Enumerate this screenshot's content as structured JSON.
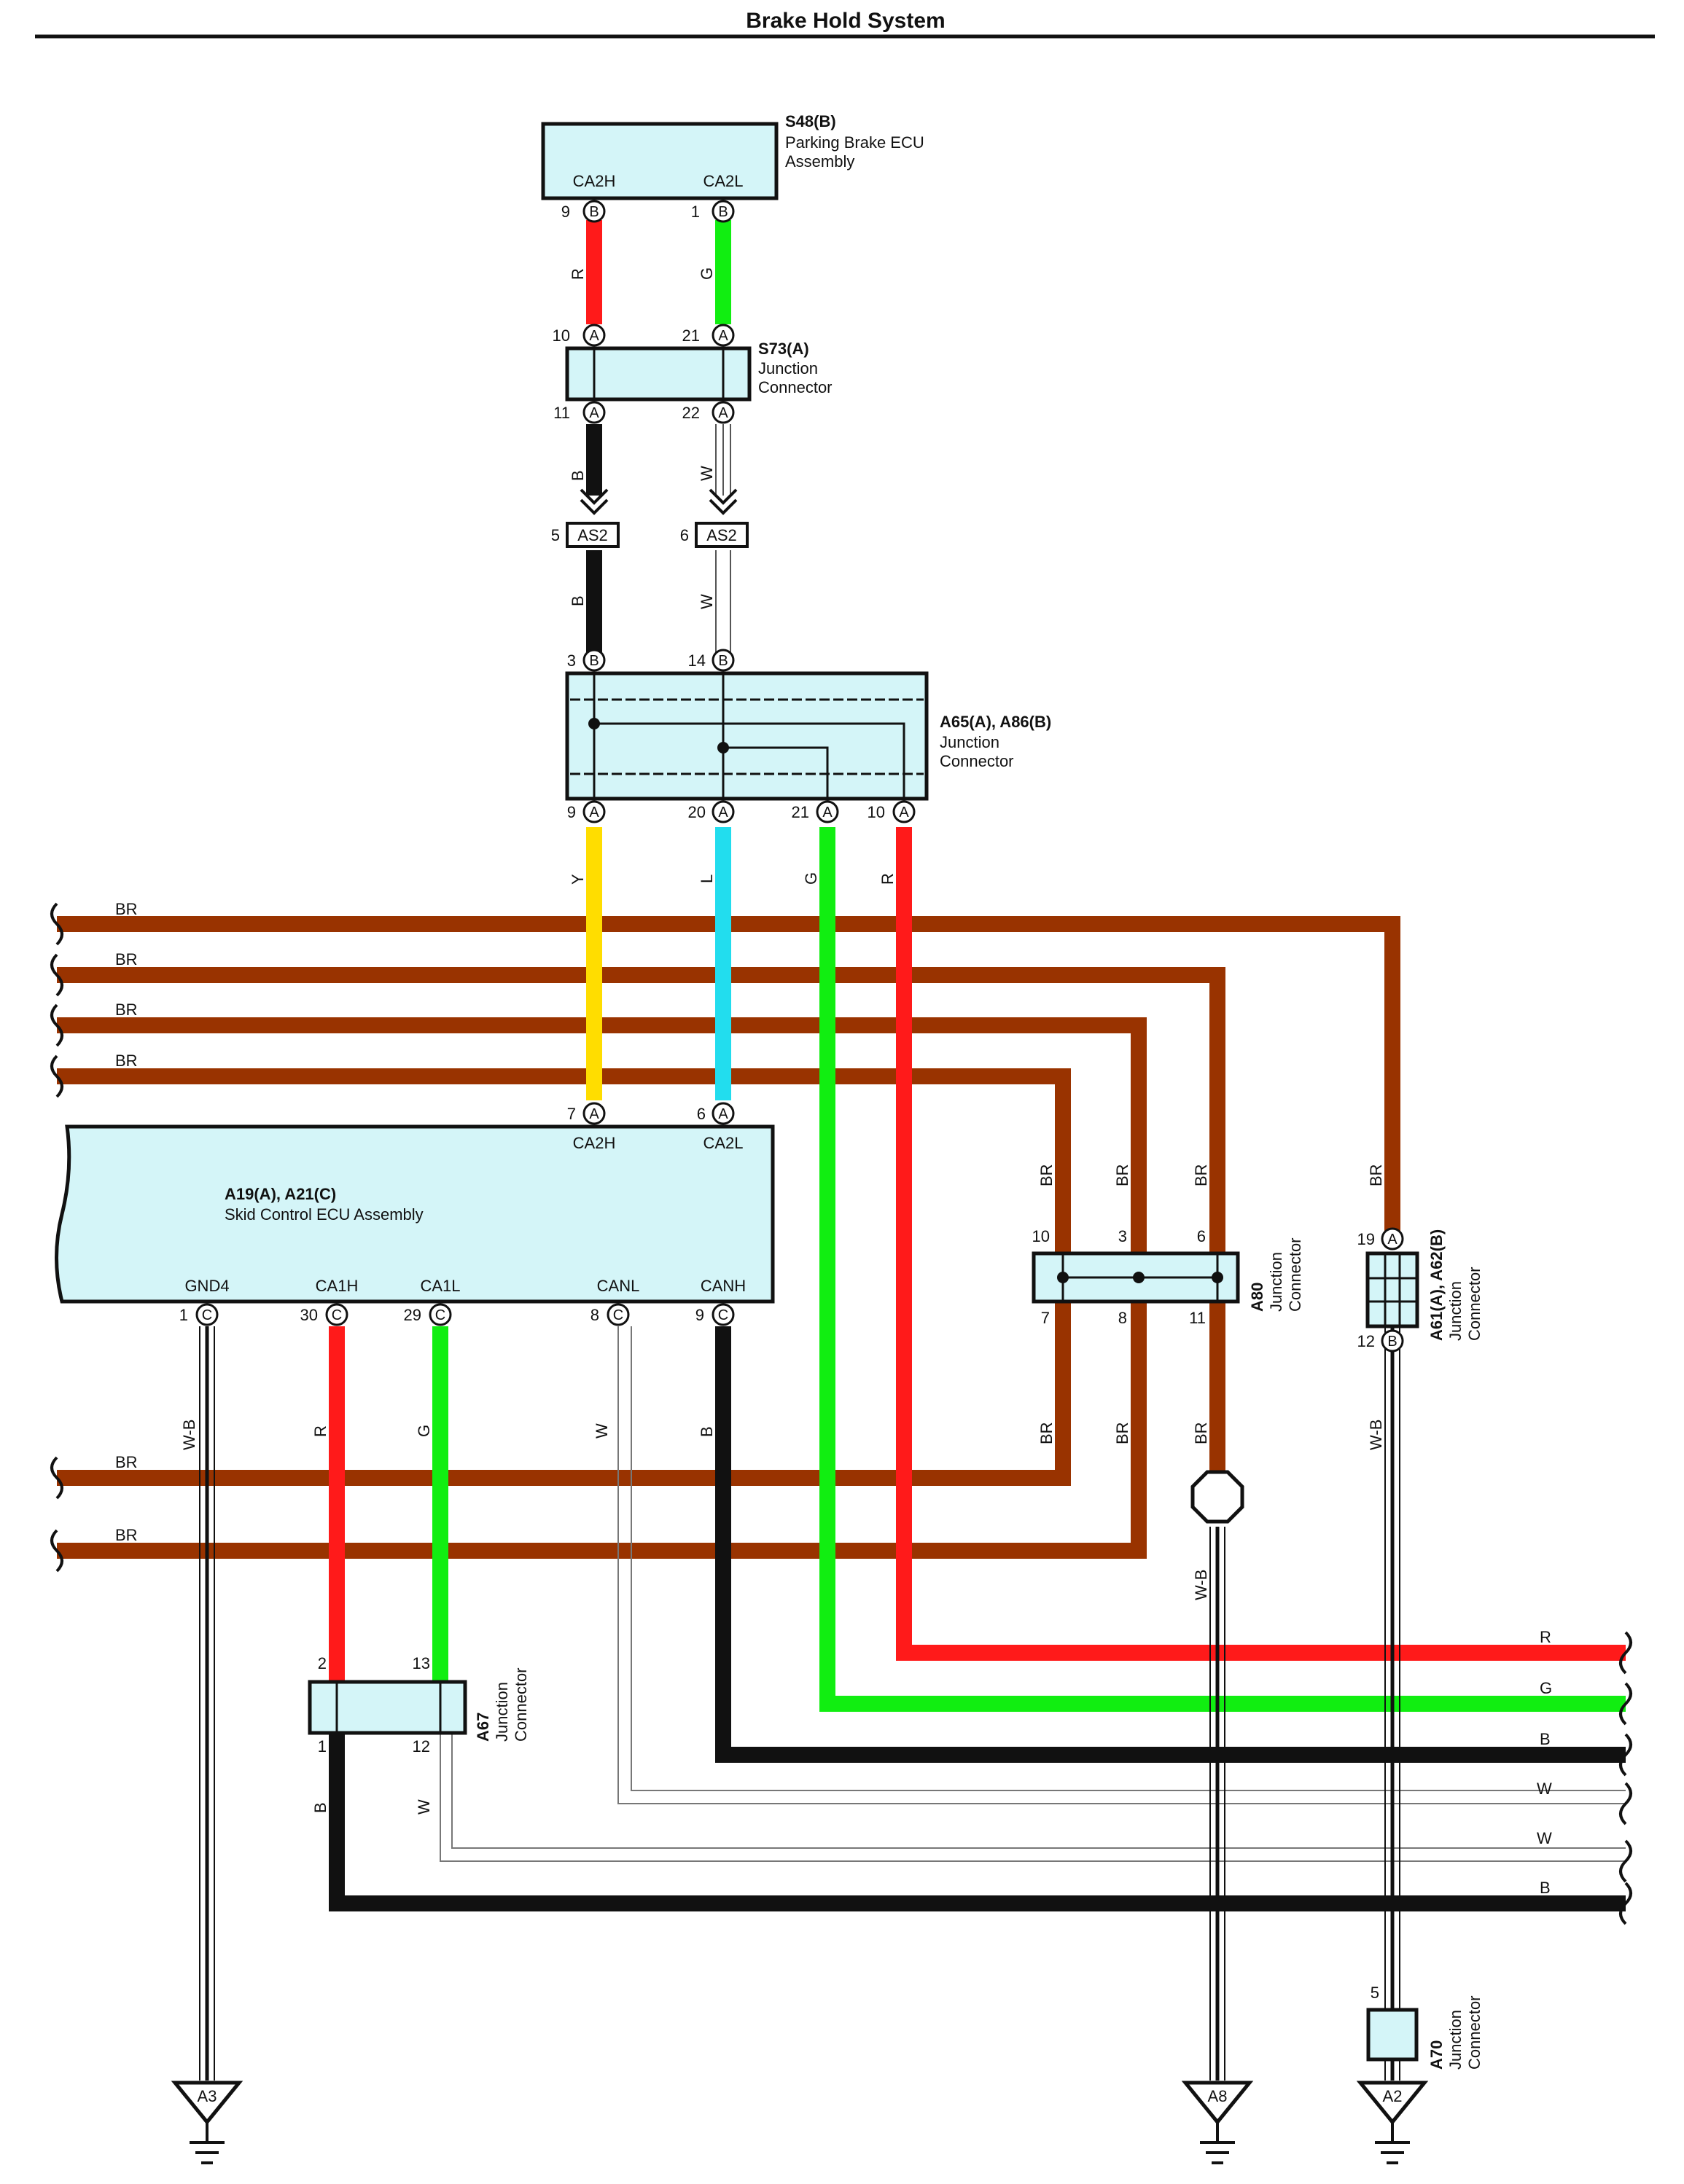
{
  "title": "Brake Hold System",
  "colors": {
    "R": "#ff1a1a",
    "G": "#11ee11",
    "B": "#111111",
    "W": "#ffffff",
    "Y": "#ffdd00",
    "L": "#22ddee",
    "BR": "#993300",
    "box_fill": "#d4f5f8"
  },
  "components": {
    "s48": {
      "id": "S48(B)",
      "name_lines": [
        "Parking Brake ECU",
        "Assembly"
      ],
      "pins": [
        {
          "num": "9",
          "letter": "B",
          "label": "CA2H"
        },
        {
          "num": "1",
          "letter": "B",
          "label": "CA2L"
        }
      ]
    },
    "s73": {
      "id": "S73(A)",
      "name_lines": [
        "Junction",
        "Connector"
      ],
      "pins_top": [
        {
          "num": "10",
          "letter": "A"
        },
        {
          "num": "21",
          "letter": "A"
        }
      ],
      "pins_bottom": [
        {
          "num": "11",
          "letter": "A"
        },
        {
          "num": "22",
          "letter": "A"
        }
      ]
    },
    "as2": [
      {
        "num": "5",
        "label": "AS2"
      },
      {
        "num": "6",
        "label": "AS2"
      }
    ],
    "a65": {
      "id": "A65(A), A86(B)",
      "name_lines": [
        "Junction",
        "Connector"
      ],
      "pins_top": [
        {
          "num": "3",
          "letter": "B"
        },
        {
          "num": "14",
          "letter": "B"
        }
      ],
      "pins_bottom": [
        {
          "num": "9",
          "letter": "A"
        },
        {
          "num": "20",
          "letter": "A"
        },
        {
          "num": "21",
          "letter": "A"
        },
        {
          "num": "10",
          "letter": "A"
        }
      ]
    },
    "a19": {
      "id": "A19(A), A21(C)",
      "name": "Skid Control ECU Assembly",
      "pins_top": [
        {
          "num": "7",
          "letter": "A",
          "label": "CA2H"
        },
        {
          "num": "6",
          "letter": "A",
          "label": "CA2L"
        }
      ],
      "pins_bottom": [
        {
          "num": "1",
          "letter": "C",
          "label": "GND4"
        },
        {
          "num": "30",
          "letter": "C",
          "label": "CA1H"
        },
        {
          "num": "29",
          "letter": "C",
          "label": "CA1L"
        },
        {
          "num": "8",
          "letter": "C",
          "label": "CANL"
        },
        {
          "num": "9",
          "letter": "C",
          "label": "CANH"
        }
      ]
    },
    "a80": {
      "id": "A80",
      "name_lines": [
        "Junction",
        "Connector"
      ],
      "pins_top": [
        "10",
        "3",
        "6"
      ],
      "pins_bottom": [
        "7",
        "8",
        "11"
      ]
    },
    "a61": {
      "id": "A61(A), A62(B)",
      "name_lines": [
        "Junction",
        "Connector"
      ],
      "pin_top": {
        "num": "19",
        "letter": "A"
      },
      "pin_bottom": {
        "num": "12",
        "letter": "B"
      }
    },
    "a67": {
      "id": "A67",
      "name_lines": [
        "Junction",
        "Connector"
      ],
      "pins_top": [
        "2",
        "13"
      ],
      "pins_bottom": [
        "1",
        "12"
      ]
    },
    "a70": {
      "id": "A70",
      "name_lines": [
        "Junction",
        "Connector"
      ],
      "pin": "5"
    }
  },
  "wire_labels": {
    "s48_r": "R",
    "s48_g": "G",
    "s73_b": "B",
    "s73_w": "W",
    "as2_b": "B",
    "as2_w": "W",
    "a65_y": "Y",
    "a65_l": "L",
    "a65_g": "G",
    "a65_r": "R",
    "br_left": [
      "BR",
      "BR",
      "BR",
      "BR"
    ],
    "br_lower_left": [
      "BR",
      "BR"
    ],
    "a80_up": [
      "BR",
      "BR",
      "BR"
    ],
    "a80_down": [
      "BR",
      "BR",
      "BR"
    ],
    "a61_up": "BR",
    "a61_down": "W-B",
    "gnd4": "W-B",
    "ca1h": "R",
    "ca1l": "G",
    "canl": "W",
    "canh": "B",
    "a67_b": "B",
    "a67_w": "W",
    "a8_wb": "W-B",
    "right_bus": [
      "R",
      "G",
      "B",
      "W",
      "W",
      "B"
    ]
  },
  "grounds": [
    "A3",
    "A8",
    "A2"
  ]
}
